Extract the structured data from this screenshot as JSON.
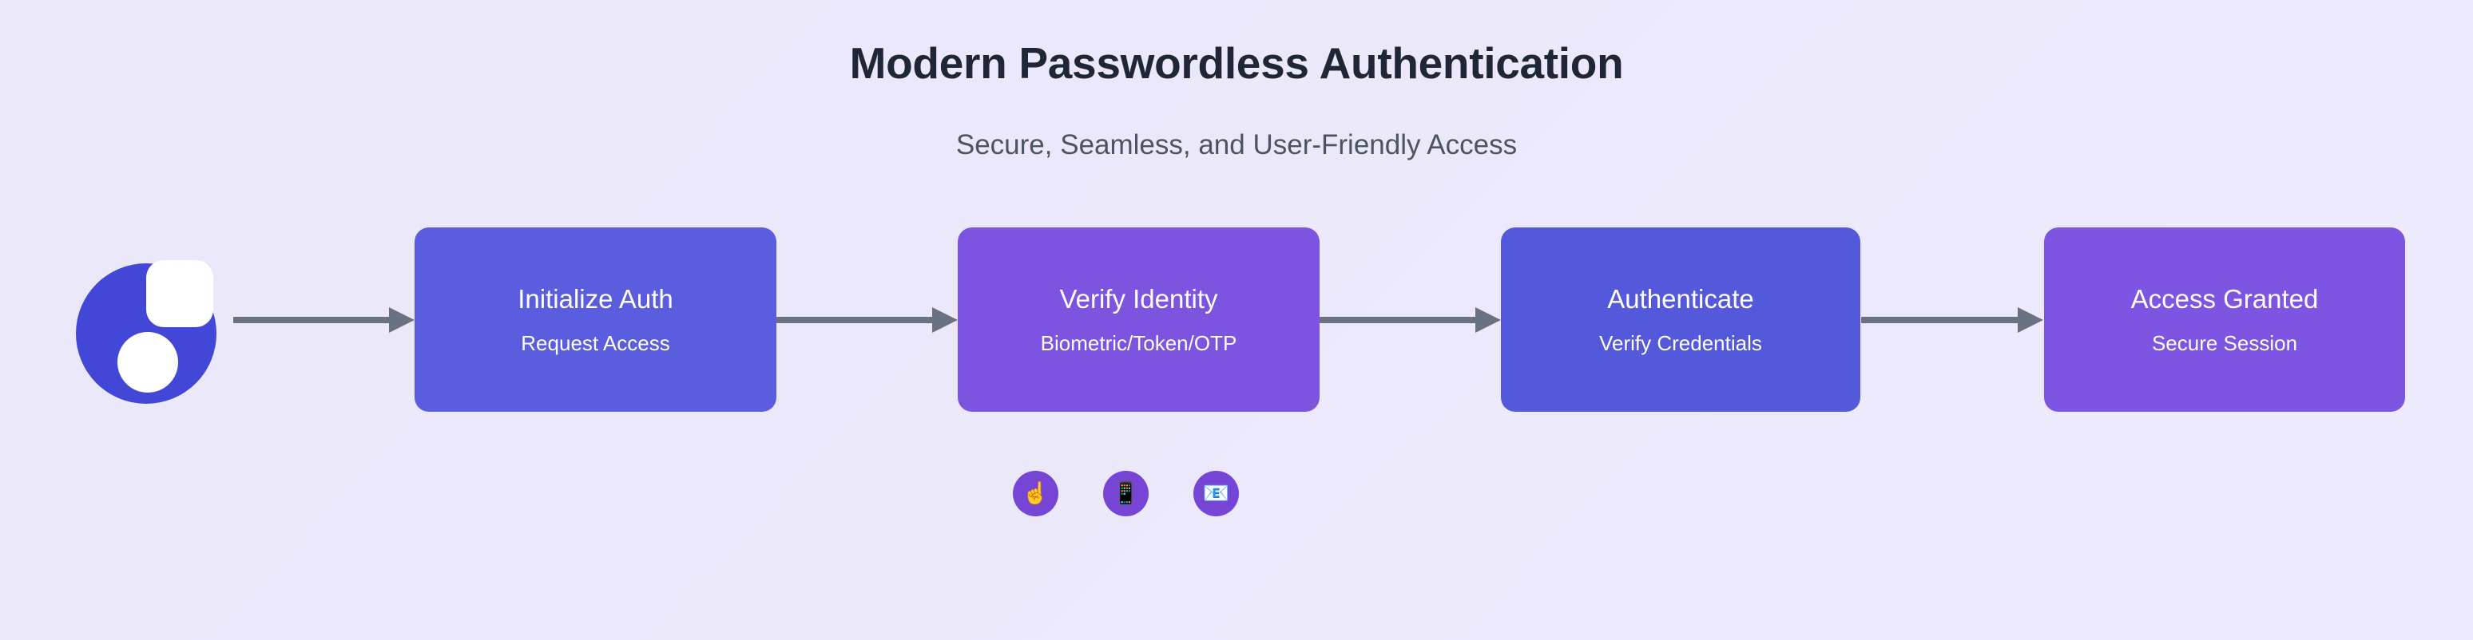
{
  "header": {
    "title": "Modern Passwordless Authentication",
    "subtitle": "Secure, Seamless, and User-Friendly Access"
  },
  "brand": {
    "logo_icon": "auth-brand-logo-icon",
    "color": "#4347d8"
  },
  "diagram": {
    "type": "flowchart-left-to-right",
    "nodes": [
      {
        "title": "Initialize Auth",
        "subtitle": "Request Access",
        "color": "#5a5ddd"
      },
      {
        "title": "Verify Identity",
        "subtitle": "Biometric/Token/OTP",
        "color": "#7c54e0"
      },
      {
        "title": "Authenticate",
        "subtitle": "Verify Credentials",
        "color": "#5459dc"
      },
      {
        "title": "Access Granted",
        "subtitle": "Secure Session",
        "color": "#7d55e2"
      }
    ],
    "arrows": [
      {
        "from": "brand-logo",
        "to": "Initialize Auth",
        "color": "#6a7180"
      },
      {
        "from": "Initialize Auth",
        "to": "Verify Identity",
        "color": "#6a7180"
      },
      {
        "from": "Verify Identity",
        "to": "Authenticate",
        "color": "#6a7180"
      },
      {
        "from": "Authenticate",
        "to": "Access Granted",
        "color": "#6a7180"
      }
    ]
  },
  "methods": {
    "chip_color": "#7645d6",
    "items": [
      {
        "icon_name": "index-pointing-up-icon",
        "glyph": "☝️"
      },
      {
        "icon_name": "mobile-phone-icon",
        "glyph": "📱"
      },
      {
        "icon_name": "email-envelope-icon",
        "glyph": "📧"
      }
    ]
  },
  "theme": {
    "background_start": "#e9e7f8",
    "background_end": "#edeafd",
    "title_color": "#1f2636",
    "subtitle_color": "#4b5462",
    "node_text_color": "#ffffff"
  }
}
